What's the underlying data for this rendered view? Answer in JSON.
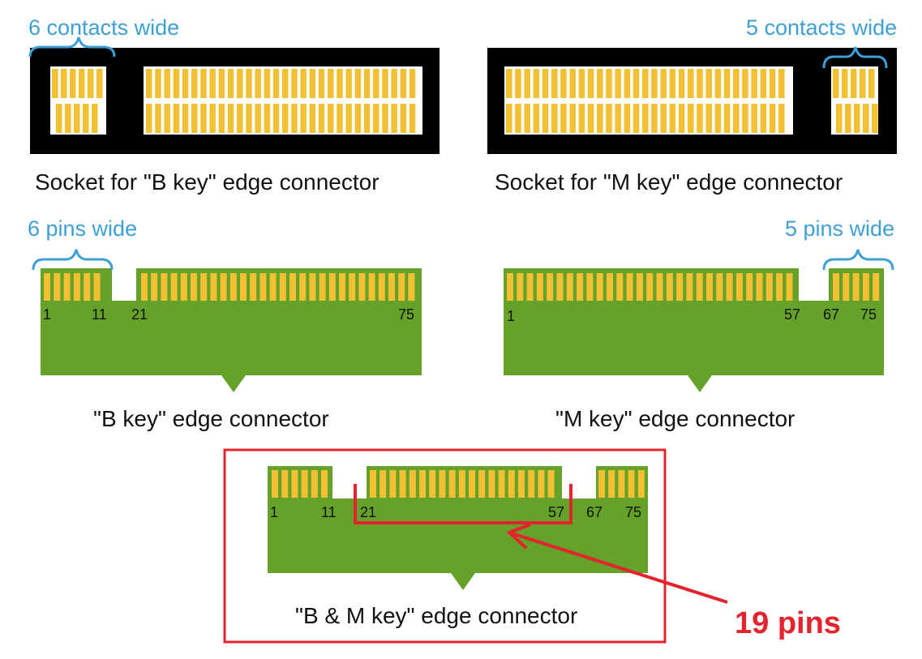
{
  "colors": {
    "blue": "#3d9fd6",
    "red": "#e3232d",
    "socket": "#000000",
    "gold": "#f2c032",
    "board": "#65a22a",
    "gap": "#ffffff"
  },
  "socket_b": {
    "caption": "Socket for \"B key\" edge connector",
    "brace_label": "6 contacts wide"
  },
  "socket_m": {
    "caption": "Socket for \"M key\" edge connector",
    "brace_label": "5 contacts wide"
  },
  "edge_b": {
    "caption": "\"B key\" edge connector",
    "brace_label": "6 pins wide",
    "pin_labels": [
      "1",
      "11",
      "21",
      "75"
    ]
  },
  "edge_m": {
    "caption": "\"M key\" edge connector",
    "brace_label": "5 pins wide",
    "pin_labels": [
      "1",
      "57",
      "67",
      "75"
    ]
  },
  "edge_bm": {
    "caption": "\"B & M key\" edge connector",
    "pin_labels": [
      "1",
      "11",
      "21",
      "57",
      "67",
      "75"
    ]
  },
  "callout": {
    "label": "19 pins"
  }
}
